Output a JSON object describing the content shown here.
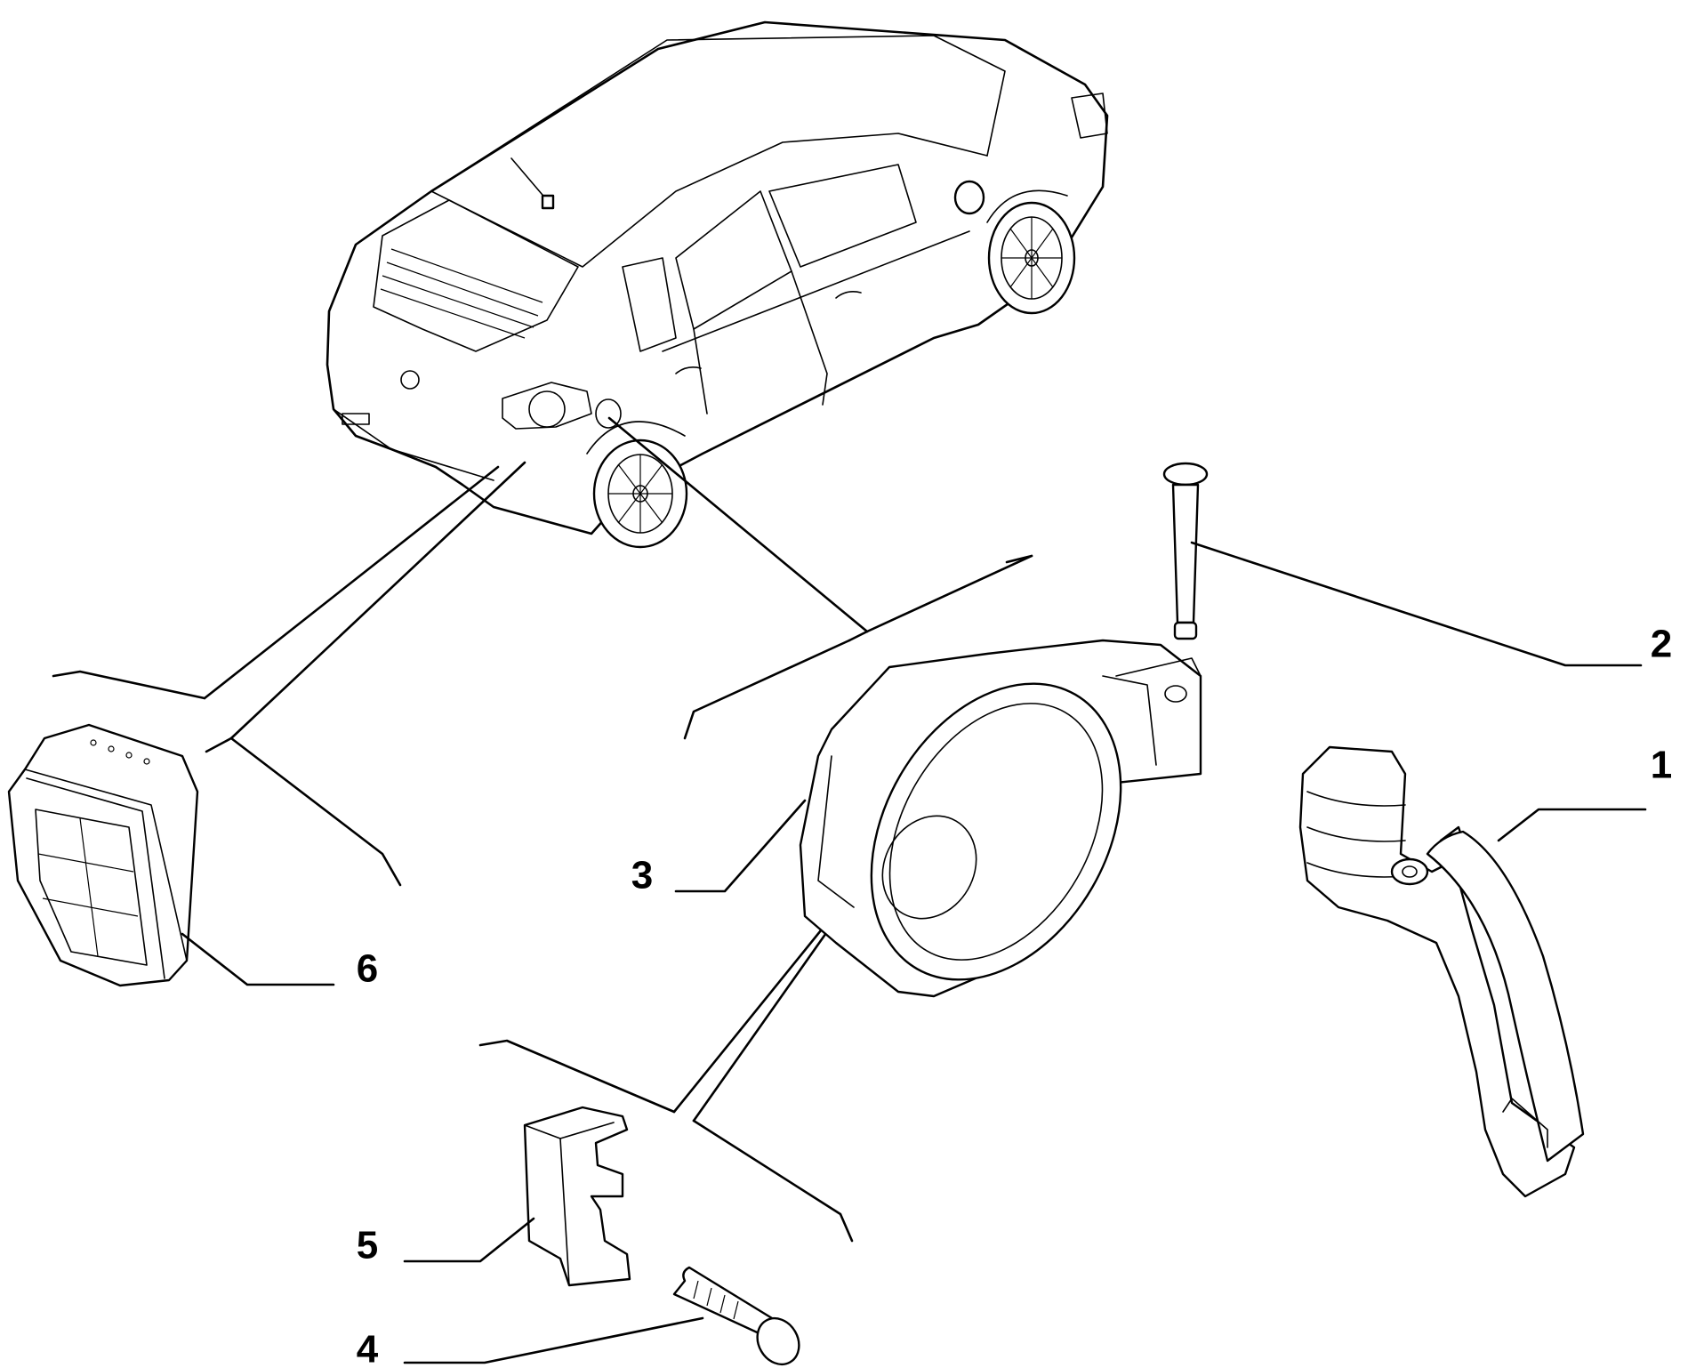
{
  "diagram": {
    "colors": {
      "line": "#000000",
      "background": "#ffffff"
    },
    "callouts": [
      {
        "id": "1",
        "label": "1",
        "part": "fuel-filler-funnel"
      },
      {
        "id": "2",
        "label": "2",
        "part": "rivet-pin"
      },
      {
        "id": "3",
        "label": "3",
        "part": "fuel-filler-housing"
      },
      {
        "id": "4",
        "label": "4",
        "part": "screw"
      },
      {
        "id": "5",
        "label": "5",
        "part": "bracket"
      },
      {
        "id": "6",
        "label": "6",
        "part": "air-vent-grille"
      }
    ]
  }
}
